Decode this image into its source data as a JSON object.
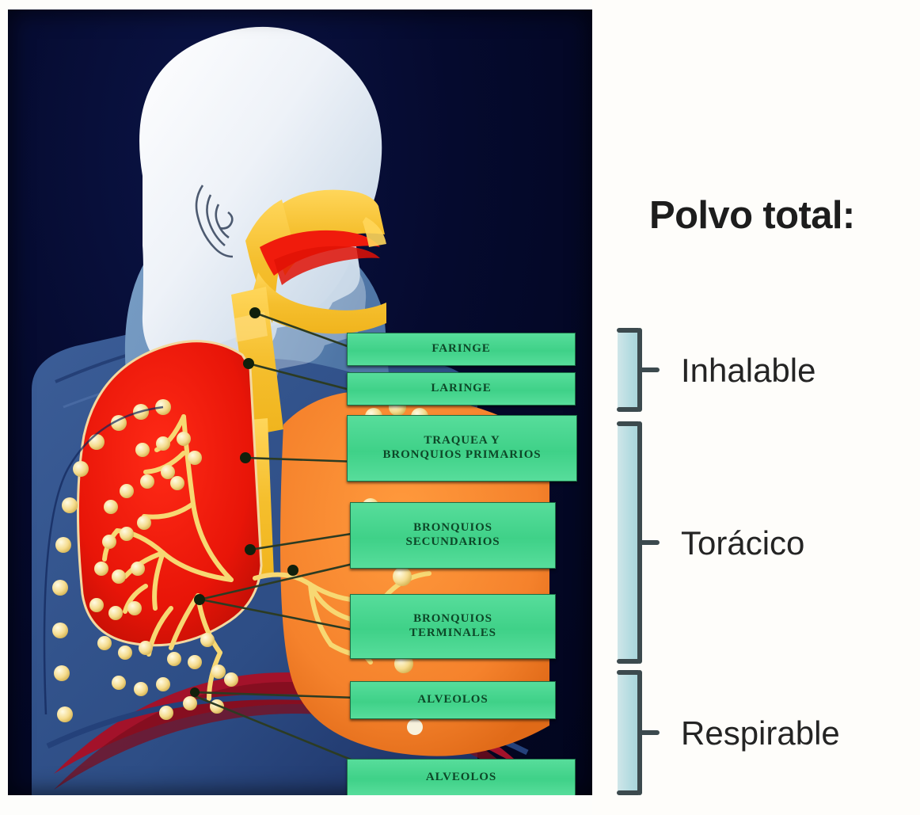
{
  "diagram": {
    "title_right": "Polvo total:",
    "panel_bg": "#050a2e",
    "box_color": "#46d68f",
    "brace_color": "#b9dee2",
    "airway_color": "#f5c335",
    "lung_left_color": "#ee1b10",
    "lung_right_color": "#f5822c",
    "labels": [
      {
        "id": "faringe",
        "lines": [
          "FARINGE"
        ]
      },
      {
        "id": "laringe",
        "lines": [
          "LARINGE"
        ]
      },
      {
        "id": "traquea",
        "lines": [
          "TRAQUEA Y",
          "BRONQUIOS PRIMARIOS"
        ]
      },
      {
        "id": "bronquios-secundarios",
        "lines": [
          "BRONQUIOS",
          "SECUNDARIOS"
        ]
      },
      {
        "id": "bronquios-terminales",
        "lines": [
          "BRONQUIOS",
          "TERMINALES"
        ]
      },
      {
        "id": "alveolos-1",
        "lines": [
          "ALVEOLOS"
        ]
      },
      {
        "id": "alveolos-2",
        "lines": [
          "ALVEOLOS"
        ]
      }
    ],
    "fractions": [
      {
        "id": "inhalable",
        "label": "Inhalable"
      },
      {
        "id": "toracico",
        "label": "Torácico"
      },
      {
        "id": "respirable",
        "label": "Respirable"
      }
    ]
  }
}
